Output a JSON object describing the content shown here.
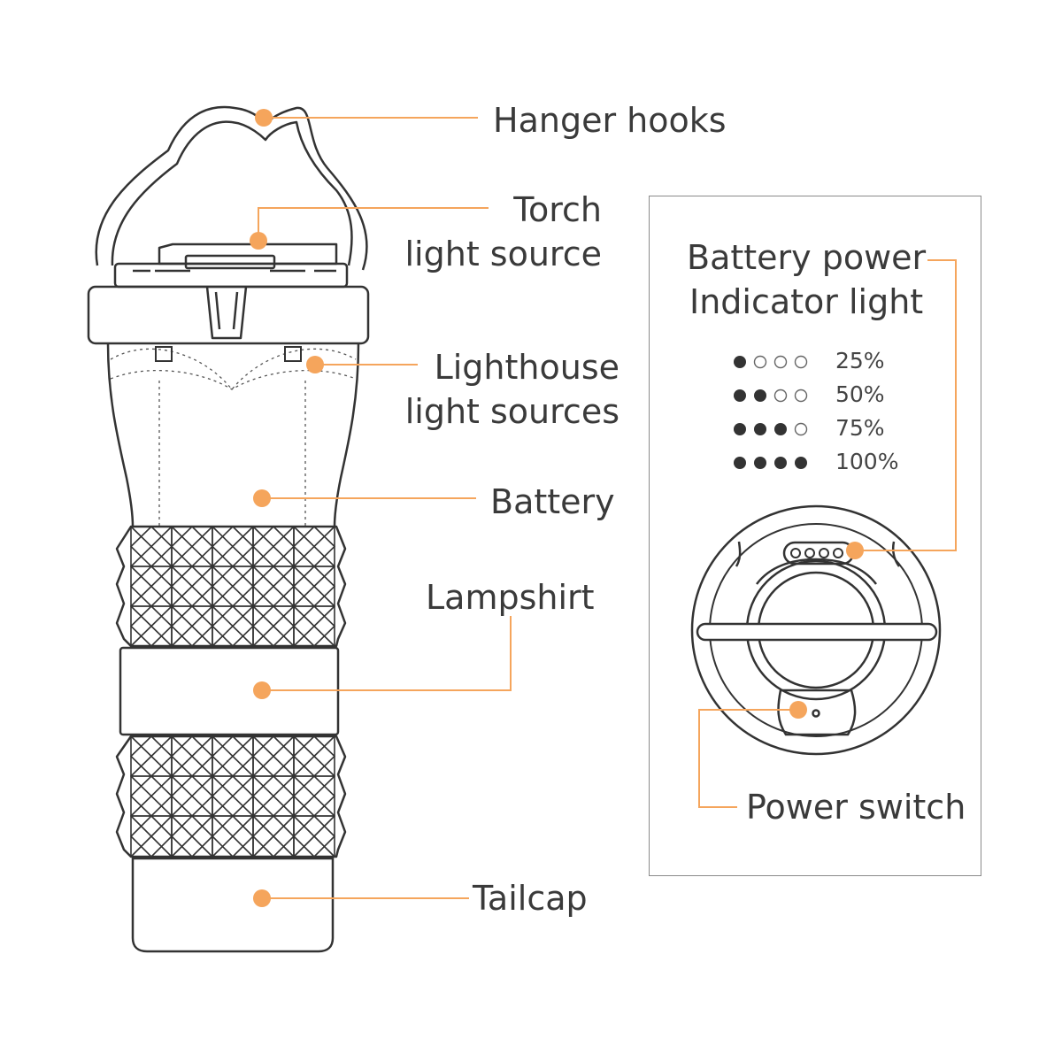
{
  "colors": {
    "accent": "#f5a55c",
    "line": "#333333",
    "frame": "#8a8a8a"
  },
  "labels": {
    "hanger_hooks": "Hanger hooks",
    "torch_1": "Torch",
    "torch_2": "light source",
    "lighthouse_1": "Lighthouse",
    "lighthouse_2": "light sources",
    "battery": "Battery",
    "lampshirt": "Lampshirt",
    "tailcap": "Tailcap",
    "battery_indicator_1": "Battery power",
    "battery_indicator_2": "Indicator light",
    "power_switch": "Power switch"
  },
  "battery_levels": [
    {
      "label": "25%",
      "filled": 1
    },
    {
      "label": "50%",
      "filled": 2
    },
    {
      "label": "75%",
      "filled": 3
    },
    {
      "label": "100%",
      "filled": 4
    }
  ]
}
